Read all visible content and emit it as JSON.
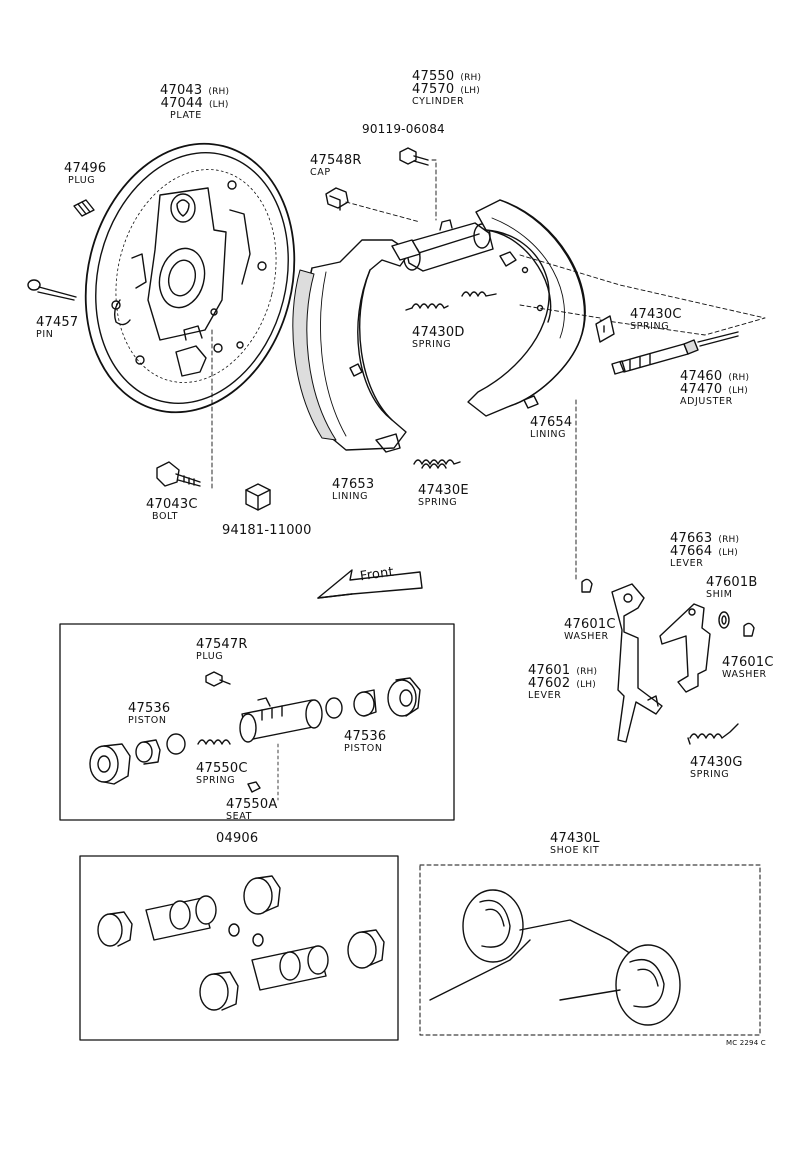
{
  "labels": {
    "plate_rh": "47043",
    "plate_rh_side": "(RH)",
    "plate_lh": "47044",
    "plate_lh_side": "(LH)",
    "plate_name": "PLATE",
    "plug_no": "47496",
    "plug_name": "PLUG",
    "pin_no": "47457",
    "pin_name": "PIN",
    "bolt_no": "47043C",
    "bolt_name": "BOLT",
    "nut_no": "94181-11000",
    "cyl_rh": "47550",
    "cyl_rh_side": "(RH)",
    "cyl_lh": "47570",
    "cyl_lh_side": "(LH)",
    "cyl_name": "CYLINDER",
    "cyl_bolt_no": "90119-06084",
    "cap_no": "47548R",
    "cap_name": "CAP",
    "spring_d_no": "47430D",
    "spring_d_name": "SPRING",
    "spring_c_no": "47430C",
    "spring_c_name": "SPRING",
    "adj_rh": "47460",
    "adj_rh_side": "(RH)",
    "adj_lh": "47470",
    "adj_lh_side": "(LH)",
    "adj_name": "ADJUSTER",
    "lining_r_no": "47654",
    "lining_r_name": "LINING",
    "lining_l_no": "47653",
    "lining_l_name": "LINING",
    "spring_e_no": "47430E",
    "spring_e_name": "SPRING",
    "front_text": "Front",
    "lever2_rh": "47663",
    "lever2_rh_side": "(RH)",
    "lever2_lh": "47664",
    "lever2_lh_side": "(LH)",
    "lever2_name": "LEVER",
    "shim_no": "47601B",
    "shim_name": "SHIM",
    "washer_l_no": "47601C",
    "washer_l_name": "WASHER",
    "washer_r_no": "47601C",
    "washer_r_name": "WASHER",
    "lever1_rh": "47601",
    "lever1_rh_side": "(RH)",
    "lever1_lh": "47602",
    "lever1_lh_side": "(LH)",
    "lever1_name": "LEVER",
    "spring_g_no": "47430G",
    "spring_g_name": "SPRING",
    "plug_r_no": "47547R",
    "plug_r_name": "PLUG",
    "piston_l_no": "47536",
    "piston_l_name": "PISTON",
    "piston_r_no": "47536",
    "piston_r_name": "PISTON",
    "spring_550c_no": "47550C",
    "spring_550c_name": "SPRING",
    "seat_no": "47550A",
    "seat_name": "SEAT",
    "kit_no": "04906",
    "shoe_kit_no": "47430L",
    "shoe_kit_name": "SHOE KIT",
    "drawing_code": "MC 2294 C"
  }
}
